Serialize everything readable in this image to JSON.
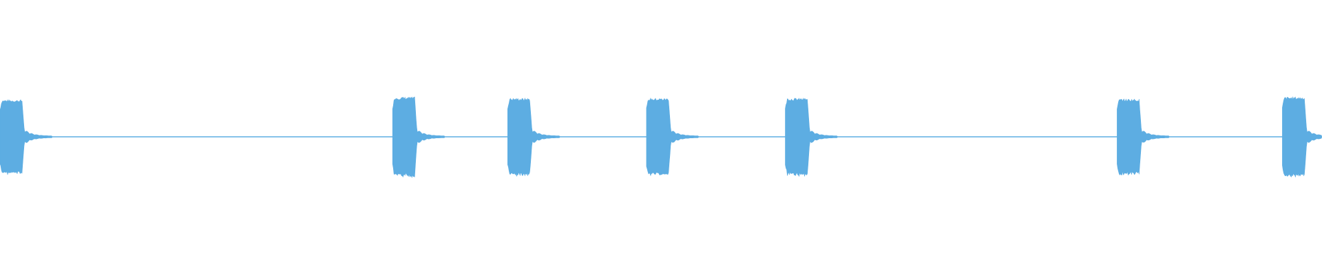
{
  "waveform": {
    "color": "#5dade2",
    "background": "#ffffff",
    "bursts": [
      {
        "start": 0.0,
        "intensity": 0.93
      },
      {
        "start": 0.297,
        "intensity": 1.0
      },
      {
        "start": 0.384,
        "intensity": 0.97
      },
      {
        "start": 0.489,
        "intensity": 0.97
      },
      {
        "start": 0.594,
        "intensity": 0.97
      },
      {
        "start": 0.845,
        "intensity": 0.95
      },
      {
        "start": 0.97,
        "intensity": 1.0
      }
    ]
  }
}
